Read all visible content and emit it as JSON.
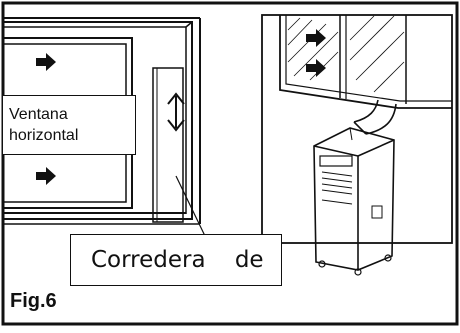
{
  "figure": {
    "label": "Fig.6",
    "callout_window": {
      "line1": "Ventana",
      "line2": "horizontal"
    },
    "callout_slider": "Corredera    de"
  },
  "colors": {
    "ink": "#111111",
    "background": "#ffffff"
  },
  "icons": [
    "arrow-right-icon",
    "double-arrow-vertical-icon",
    "portable-air-conditioner-icon",
    "exhaust-hose-icon"
  ]
}
